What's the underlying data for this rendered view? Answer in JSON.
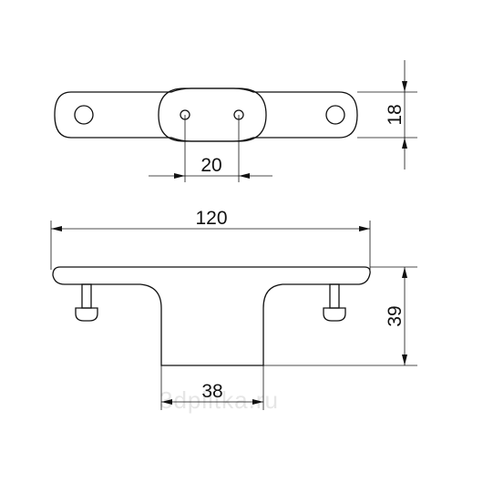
{
  "drawing": {
    "dimensions": {
      "height_top": "18",
      "hole_spacing": "20",
      "overall_length": "120",
      "overall_height": "39",
      "base_width": "38"
    },
    "watermark": "3dplitka.ru",
    "colors": {
      "line": "#111111",
      "background": "#ffffff",
      "watermark": "#e6e6e6"
    }
  }
}
